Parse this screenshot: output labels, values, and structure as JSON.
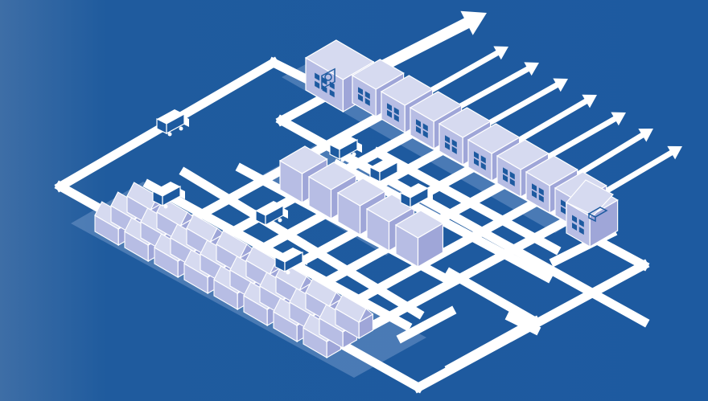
{
  "colors": {
    "background": "#1d5aa0",
    "background_shade": "#3a6fae",
    "road": "#ffffff",
    "building_top": "#d6daf0",
    "building_left": "#b7bde4",
    "building_right": "#9fa6d8",
    "building_outline": "#ffffff",
    "platform": "#6f95c7",
    "window": "#1d5aa0"
  },
  "diagram": {
    "description_free": true,
    "arrow_count": 8,
    "warehouse_row": {
      "count": 9
    },
    "inner_crates": {
      "count": 5
    },
    "factory_rows": {
      "count": 8
    },
    "trucks": {
      "count": 7
    },
    "icons": [
      "gear-icon",
      "tray-icon"
    ]
  }
}
